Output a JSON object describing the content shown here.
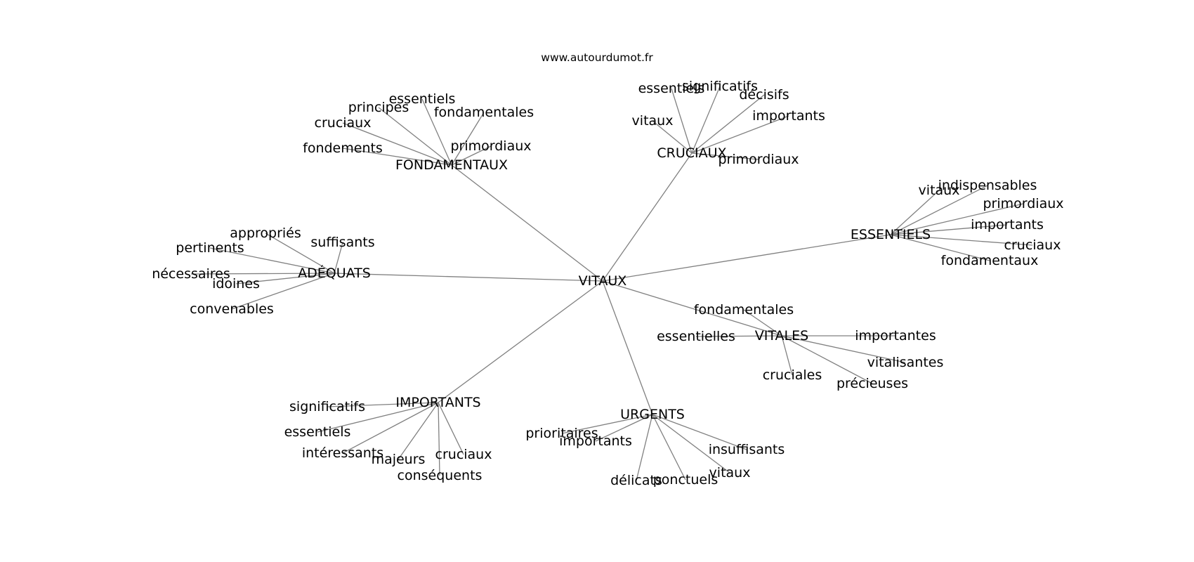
{
  "header": {
    "site_url": "www.autourdumot.fr"
  },
  "graph": {
    "center": {
      "id": "vitaux",
      "label": "VITAUX"
    },
    "clusters": [
      {
        "id": "fondamentaux",
        "label": "FONDAMENTAUX",
        "leaves": [
          {
            "id": "fondamentaux-principes",
            "label": "principes"
          },
          {
            "id": "fondamentaux-essentiels",
            "label": "essentiels"
          },
          {
            "id": "fondamentaux-fondamentales",
            "label": "fondamentales"
          },
          {
            "id": "fondamentaux-cruciaux",
            "label": "cruciaux"
          },
          {
            "id": "fondamentaux-primordiaux",
            "label": "primordiaux"
          },
          {
            "id": "fondamentaux-fondements",
            "label": "fondements"
          }
        ]
      },
      {
        "id": "cruciaux",
        "label": "CRUCIAUX",
        "leaves": [
          {
            "id": "cruciaux-essentiels",
            "label": "essentiels"
          },
          {
            "id": "cruciaux-significatifs",
            "label": "significatifs"
          },
          {
            "id": "cruciaux-decisifs",
            "label": "décisifs"
          },
          {
            "id": "cruciaux-vitaux",
            "label": "vitaux"
          },
          {
            "id": "cruciaux-importants",
            "label": "importants"
          },
          {
            "id": "cruciaux-primordiaux",
            "label": "primordiaux"
          }
        ]
      },
      {
        "id": "essentiels",
        "label": "ESSENTIELS",
        "leaves": [
          {
            "id": "essentiels-vitaux",
            "label": "vitaux"
          },
          {
            "id": "essentiels-indispensables",
            "label": "indispensables"
          },
          {
            "id": "essentiels-primordiaux",
            "label": "primordiaux"
          },
          {
            "id": "essentiels-importants",
            "label": "importants"
          },
          {
            "id": "essentiels-cruciaux",
            "label": "cruciaux"
          },
          {
            "id": "essentiels-fondamentaux",
            "label": "fondamentaux"
          }
        ]
      },
      {
        "id": "adequats",
        "label": "ADÉQUATS",
        "leaves": [
          {
            "id": "adequats-appropries",
            "label": "appropriés"
          },
          {
            "id": "adequats-suffisants",
            "label": "suffisants"
          },
          {
            "id": "adequats-pertinents",
            "label": "pertinents"
          },
          {
            "id": "adequats-necessaires",
            "label": "nécessaires"
          },
          {
            "id": "adequats-idoines",
            "label": "idoines"
          },
          {
            "id": "adequats-convenables",
            "label": "convenables"
          }
        ]
      },
      {
        "id": "vitales",
        "label": "VITALES",
        "leaves": [
          {
            "id": "vitales-fondamentales",
            "label": "fondamentales"
          },
          {
            "id": "vitales-essentielles",
            "label": "essentielles"
          },
          {
            "id": "vitales-importantes",
            "label": "importantes"
          },
          {
            "id": "vitales-vitalisantes",
            "label": "vitalisantes"
          },
          {
            "id": "vitales-cruciales",
            "label": "cruciales"
          },
          {
            "id": "vitales-precieuses",
            "label": "précieuses"
          }
        ]
      },
      {
        "id": "importants",
        "label": "IMPORTANTS",
        "leaves": [
          {
            "id": "importants-significatifs",
            "label": "significatifs"
          },
          {
            "id": "importants-essentiels",
            "label": "essentiels"
          },
          {
            "id": "importants-interessants",
            "label": "intéressants"
          },
          {
            "id": "importants-majeurs",
            "label": "majeurs"
          },
          {
            "id": "importants-cruciaux",
            "label": "cruciaux"
          },
          {
            "id": "importants-consequents",
            "label": "conséquents"
          }
        ]
      },
      {
        "id": "urgents",
        "label": "URGENTS",
        "leaves": [
          {
            "id": "urgents-prioritaires",
            "label": "prioritaires"
          },
          {
            "id": "urgents-importants",
            "label": "importants"
          },
          {
            "id": "urgents-insuffisants",
            "label": "insuffisants"
          },
          {
            "id": "urgents-vitaux",
            "label": "vitaux"
          },
          {
            "id": "urgents-delicats",
            "label": "délicats"
          },
          {
            "id": "urgents-ponctuels",
            "label": "ponctuels"
          }
        ]
      }
    ]
  }
}
